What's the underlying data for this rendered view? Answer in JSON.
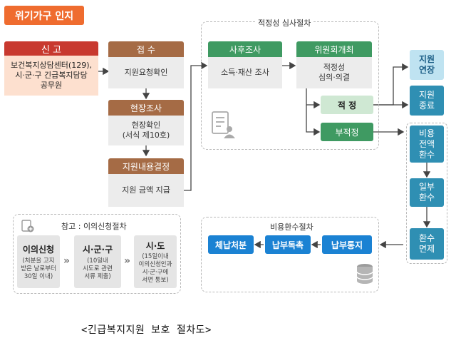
{
  "title": "위기가구 인지",
  "report": {
    "header": "신 고",
    "body": [
      "보건복지상담센터(129),",
      "시·군·구 긴급복지담당",
      "공무원"
    ]
  },
  "intake": {
    "header": "접 수",
    "body": "지원요청확인"
  },
  "field_survey": {
    "header": "현장조사",
    "body": [
      "현장확인",
      "(서식 제10호)"
    ]
  },
  "decision": {
    "header": "지원내용결정",
    "body": "지원 금액 지급"
  },
  "review": {
    "section_title": "적정성 심사절차",
    "post_survey": {
      "header": "사후조사",
      "body": "소득·재산 조사"
    },
    "committee": {
      "header": "위원회개최",
      "body": [
        "적정성",
        "심의·의결"
      ]
    },
    "appropriate": "적 정",
    "inappropriate": "부적정"
  },
  "outcomes": {
    "extension": [
      "지원",
      "연장"
    ],
    "termination": [
      "지원",
      "종료"
    ],
    "refund": [
      "비용",
      "전액",
      "환수"
    ],
    "partial": [
      "일부",
      "환수"
    ],
    "exempt": [
      "환수",
      "면제"
    ]
  },
  "refund_process": {
    "section_title": "비용환수절차",
    "notice": "납부통지",
    "reminder": "납부독촉",
    "disposition": "체납처분"
  },
  "reference": {
    "section_title": "참고 : 이의신청절차",
    "steps": [
      {
        "title": "이의신청",
        "desc": [
          "(처분을 고지",
          "받은 날로부터",
          "30일 이내)"
        ]
      },
      {
        "title": "시·군·구",
        "desc": [
          "(10일내",
          "시도로 관련",
          "서류 제출)"
        ]
      },
      {
        "title": "시·도",
        "desc": [
          "(15일이내",
          "이의신청인과",
          "시·군·구에",
          "서면 통보)"
        ]
      }
    ]
  },
  "icons": {
    "document": "document-person-icon",
    "database": "database-icon",
    "add_doc": "add-document-icon",
    "chevron": "double-chevron-icon"
  },
  "colors": {
    "orange": "#ef6c2f",
    "red": "#c8392f",
    "brown": "#a56b45",
    "green": "#3f9a62",
    "teal": "#2f8fb3",
    "blue": "#1b82d3"
  },
  "caption": "<긴급복지지원 보호 절차도>"
}
